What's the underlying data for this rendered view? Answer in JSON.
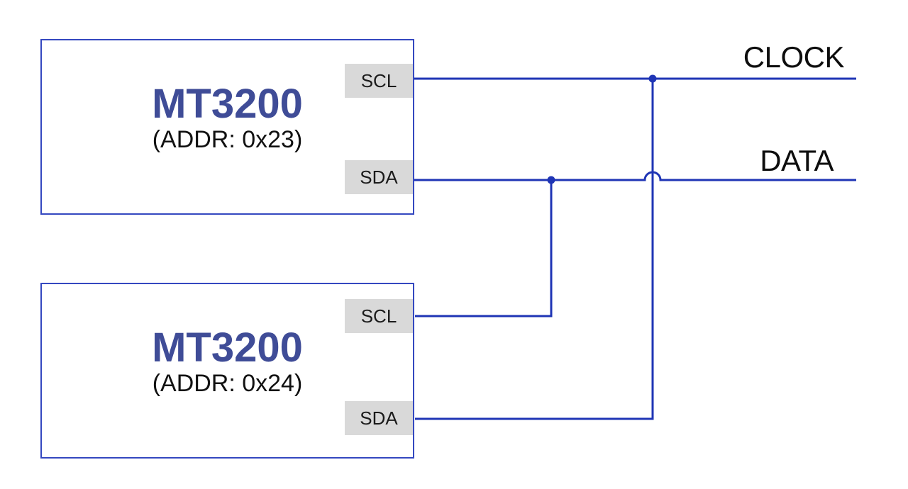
{
  "diagram": {
    "type": "i2c-bus-wiring-diagram",
    "colors": {
      "wire_blue": "#1f35b5",
      "box_border_blue": "#3448c0",
      "device_title_blue": "#3f4c97",
      "pin_background_gray": "#d9d9d9",
      "text_black": "#111111",
      "background": "#ffffff"
    }
  },
  "devices": [
    {
      "title": "MT3200",
      "subtitle": "(ADDR: 0x23)",
      "pins": [
        {
          "label": "SCL"
        },
        {
          "label": "SDA"
        }
      ]
    },
    {
      "title": "MT3200",
      "subtitle": "(ADDR: 0x24)",
      "pins": [
        {
          "label": "SCL"
        },
        {
          "label": "SDA"
        }
      ]
    }
  ],
  "bus": {
    "clock_label": "CLOCK",
    "data_label": "DATA"
  }
}
